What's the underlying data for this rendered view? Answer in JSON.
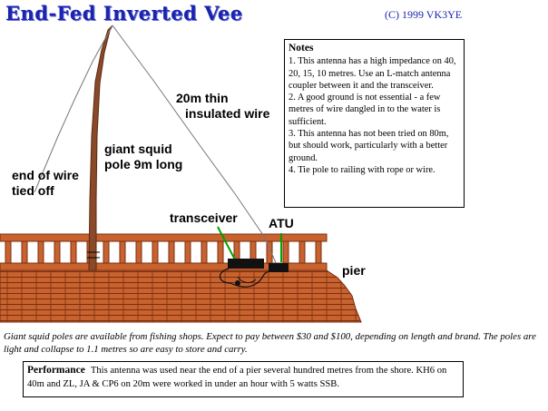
{
  "header": {
    "title": "End-Fed Inverted Vee",
    "copyright": "(C)  1999  VK3YE"
  },
  "labels": {
    "wire": "20m thin insulated wire",
    "wire_line1": "20m thin",
    "wire_line2": "insulated wire",
    "pole_line1": "giant squid",
    "pole_line2": "pole 9m long",
    "end_line1": "end of wire",
    "end_line2": "tied off",
    "transceiver": "transceiver",
    "atu": "ATU",
    "pier": "pier"
  },
  "notes": {
    "heading": "Notes",
    "items": [
      "1. This antenna has a high impedance on 40, 20, 15, 10 metres.  Use an L-match antenna coupler between it and the transceiver.",
      "2. A good ground is not essential - a few metres of wire dangled in to the water is sufficient.",
      "3. This antenna has not been tried on 80m, but should work, particularly with a better ground.",
      "4. Tie pole to railing with rope or wire."
    ]
  },
  "caption": "Giant squid poles are available from fishing shops.  Expect to pay between $30 and $100, depending on length and brand.  The poles are light and collapse to 1.1 metres so are easy to store and carry.",
  "performance": {
    "heading": "Performance",
    "text": "This antenna was used near the end of a pier several hundred metres from the shore.  KH6 on 40m and ZL, JA & CP6 on 20m were worked in under an hour with 5 watts SSB."
  },
  "colors": {
    "title": "#1a24b0",
    "pier_wood": "#c8622e",
    "pier_line": "#7a2e10",
    "pole": "#8a4a2a",
    "leader": "#00a000"
  }
}
